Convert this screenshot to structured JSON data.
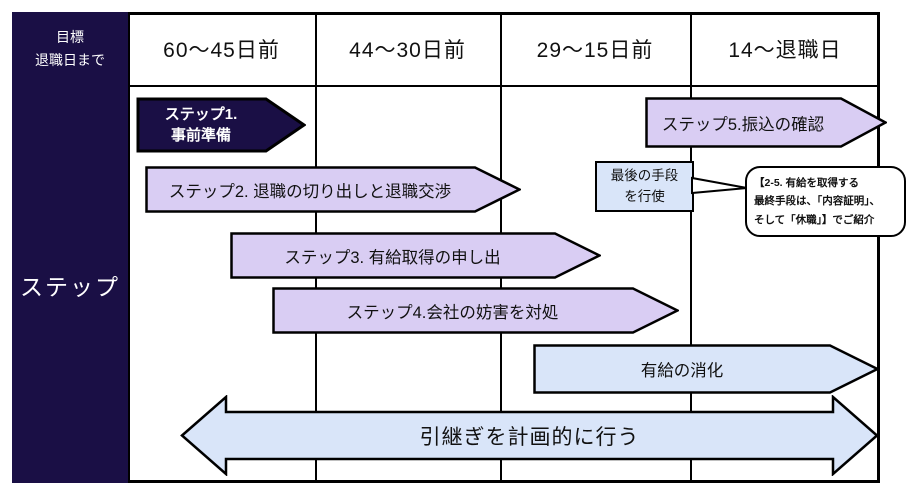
{
  "header": {
    "row_label_line1": "目標",
    "row_label_line2": "退職日まで",
    "columns": [
      "60〜45日前",
      "44〜30日前",
      "29〜15日前",
      "14〜退職日"
    ]
  },
  "side": {
    "label": "ステップ"
  },
  "steps": {
    "step1_line1": "ステップ1.",
    "step1_line2": "事前準備",
    "step2": "ステップ2. 退職の切り出しと退職交渉",
    "step3": "ステップ3. 有給取得の申し出",
    "step4": "ステップ4.会社の妨害を対処",
    "step5": "ステップ5.振込の確認"
  },
  "annotations": {
    "last_resort_line1": "最後の手段",
    "last_resort_line2": "を行使",
    "callout_line1": "【2-5. 有給を取得する",
    "callout_line2": "最終手段は、「内容証明」、",
    "callout_line3": "そして「休職」】でご紹介",
    "paid_leave": "有給の消化",
    "handover": "引継ぎを計画的に行う"
  },
  "colors": {
    "dark_navy": "#1a0f45",
    "light_purple": "#d9cdf3",
    "light_blue": "#d9e5f9",
    "border": "#000000",
    "white": "#ffffff"
  }
}
